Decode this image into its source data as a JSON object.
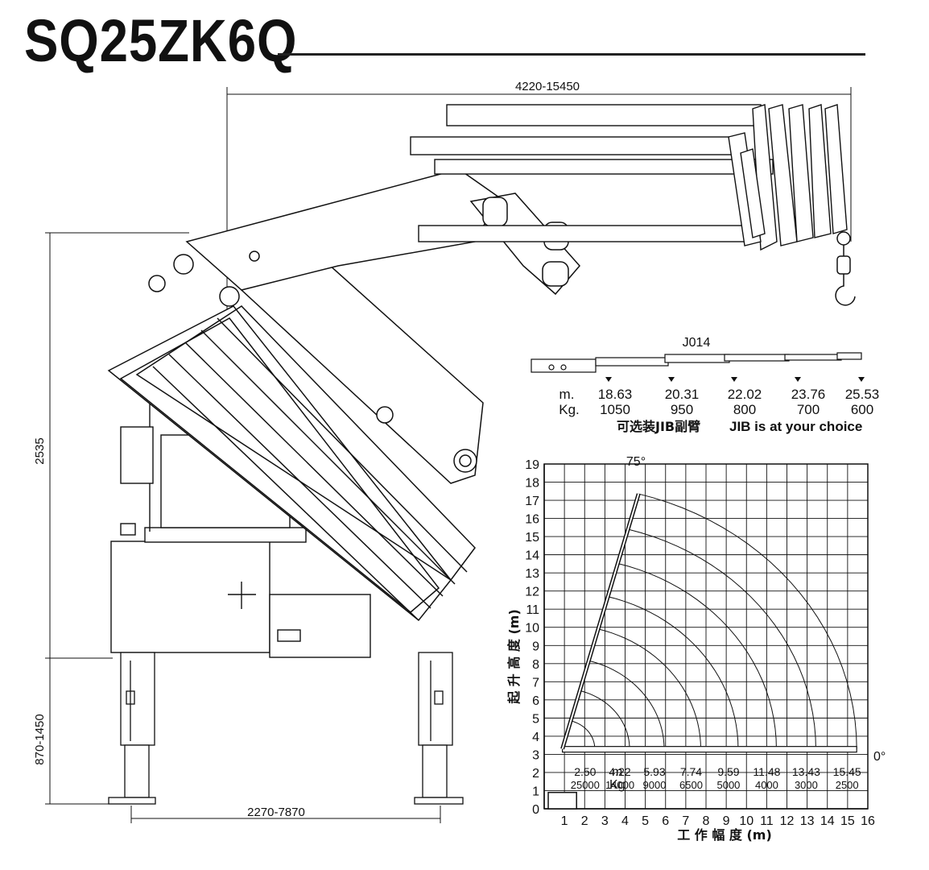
{
  "model": "SQ25ZK6Q",
  "dimensions": {
    "reach": "4220-15450",
    "height": "2535",
    "leg_height": "870-1450",
    "outrigger_span": "2270-7870"
  },
  "jib": {
    "title": "J014",
    "m_label": "m.",
    "kg_label": "Kg.",
    "points": [
      {
        "m": "18.63",
        "kg": "1050"
      },
      {
        "m": "20.31",
        "kg": "950"
      },
      {
        "m": "22.02",
        "kg": "800"
      },
      {
        "m": "23.76",
        "kg": "700"
      },
      {
        "m": "25.53",
        "kg": "600"
      }
    ],
    "note_cn": "可选装JIB副臂",
    "note_en": "JIB is at your choice"
  },
  "chart": {
    "angle_top": "75°",
    "angle_flat": "0°",
    "ylabel": "起 升 高 度 (m)",
    "xlabel": "工 作 幅 度 (m)",
    "row_m": "m",
    "row_kg": "Kg"
  },
  "chart_data": {
    "type": "table",
    "x_ticks": [
      "1",
      "2",
      "3",
      "4",
      "5",
      "6",
      "7",
      "8",
      "9",
      "10",
      "11",
      "12",
      "13",
      "14",
      "15",
      "16"
    ],
    "y_ticks": [
      "0",
      "1",
      "2",
      "3",
      "4",
      "5",
      "6",
      "7",
      "8",
      "9",
      "10",
      "11",
      "12",
      "13",
      "14",
      "15",
      "16",
      "17",
      "18",
      "19"
    ],
    "xlim": [
      0,
      16
    ],
    "ylim": [
      0,
      19
    ],
    "grid": true,
    "load_chart": [
      {
        "radius_m": "2.50",
        "load_kg": "25000"
      },
      {
        "radius_m": "4.22",
        "load_kg": "14000"
      },
      {
        "radius_m": "5.93",
        "load_kg": "9000"
      },
      {
        "radius_m": "7.74",
        "load_kg": "6500"
      },
      {
        "radius_m": "9.59",
        "load_kg": "5000"
      },
      {
        "radius_m": "11.48",
        "load_kg": "4000"
      },
      {
        "radius_m": "13.43",
        "load_kg": "3000"
      },
      {
        "radius_m": "15.45",
        "load_kg": "2500"
      }
    ]
  }
}
